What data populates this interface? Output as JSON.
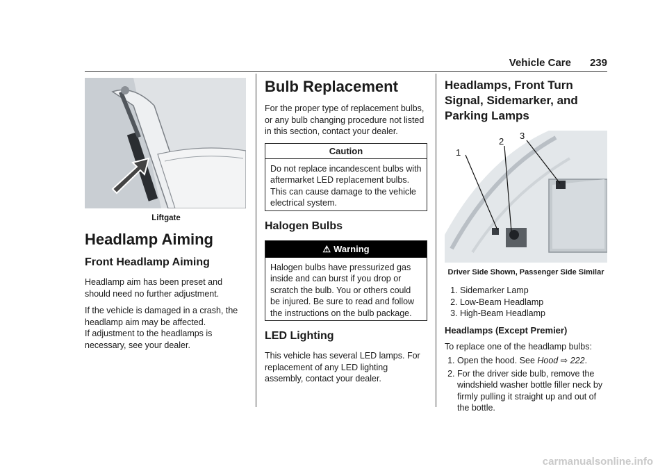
{
  "header": {
    "title": "Vehicle Care",
    "page_number": "239"
  },
  "col1": {
    "figure_caption": "Liftgate",
    "h1": "Headlamp Aiming",
    "h2": "Front Headlamp Aiming",
    "p1": "Headlamp aim has been preset and should need no further adjustment.",
    "p2": "If the vehicle is damaged in a crash, the headlamp aim may be affected.",
    "p3": "If adjustment to the headlamps is necessary, see your dealer."
  },
  "col2": {
    "h1": "Bulb Replacement",
    "p1": "For the proper type of replacement bulbs, or any bulb changing procedure not listed in this section, contact your dealer.",
    "caution": {
      "title": "Caution",
      "body": "Do not replace incandescent bulbs with aftermarket LED replacement bulbs. This can cause damage to the vehicle electrical system."
    },
    "h2_halogen": "Halogen Bulbs",
    "warning": {
      "title": "Warning",
      "icon": "warning-icon",
      "body": "Halogen bulbs have pressurized gas inside and can burst if you drop or scratch the bulb. You or others could be injured. Be sure to read and follow the instructions on the bulb package."
    },
    "h2_led": "LED Lighting",
    "p_led": "This vehicle has several LED lamps. For replacement of any LED lighting assembly, contact your dealer."
  },
  "col3": {
    "h2": "Headlamps, Front Turn Signal, Sidemarker, and Parking Lamps",
    "figure_callouts": [
      "1",
      "2",
      "3"
    ],
    "figure_caption": "Driver Side Shown, Passenger Side Similar",
    "legend": [
      "Sidemarker Lamp",
      "Low-Beam Headlamp",
      "High-Beam Headlamp"
    ],
    "h3": "Headlamps (Except Premier)",
    "p1": "To replace one of the headlamp bulbs:",
    "step1_prefix": "Open the hood. See ",
    "step1_link": "Hood",
    "step1_arrow": "⇨",
    "step1_page": "222",
    "step1_suffix": ".",
    "step2": "For the driver side bulb, remove the windshield washer bottle filler neck by firmly pulling it straight up and out of the bottle."
  },
  "watermark": "carmanualsonline.info"
}
